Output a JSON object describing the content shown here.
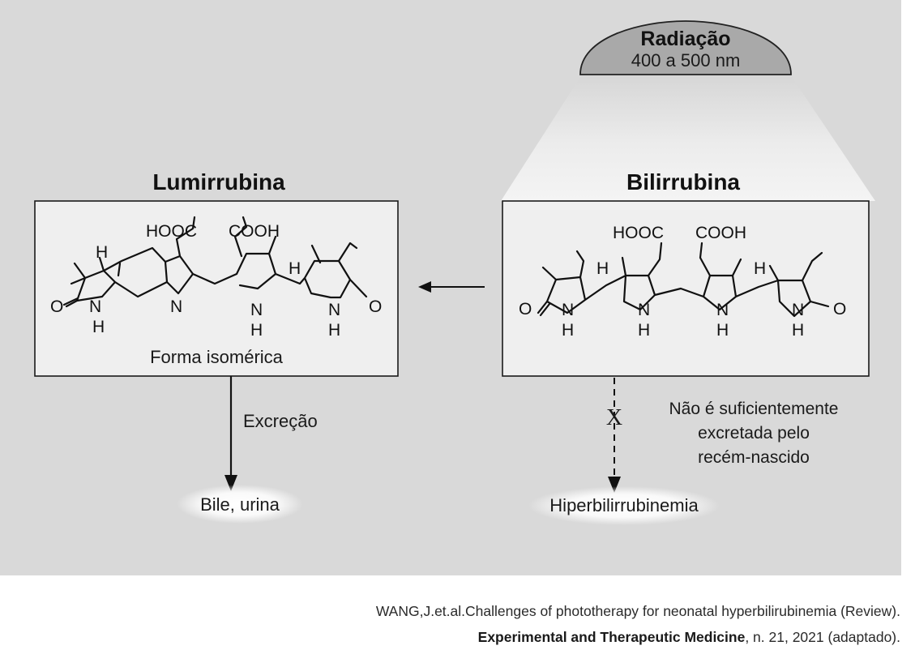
{
  "radiation": {
    "title": "Radiação",
    "range": "400 a 500 nm"
  },
  "left_box": {
    "title": "Lumirrubina",
    "subtitle": "Forma isomérica",
    "atoms": {
      "hooc": "HOOC",
      "cooh": "COOH",
      "h_top": "H",
      "h_vinyl": "H",
      "o1": "O",
      "o2": "O",
      "n1": "N",
      "n1h": "H",
      "n2": "N",
      "n3": "N",
      "n3h": "H",
      "n4": "N",
      "n4h": "H"
    }
  },
  "right_box": {
    "title": "Bilirrubina",
    "atoms": {
      "hooc": "HOOC",
      "cooh": "COOH",
      "h1": "H",
      "h2": "H",
      "o1": "O",
      "o2": "O",
      "n1": "N",
      "n1h": "H",
      "n2": "N",
      "n2h": "H",
      "n3": "N",
      "n3h": "H",
      "n4": "N",
      "n4h": "H"
    }
  },
  "paths": {
    "excretion_label": "Excreção",
    "excretion_target": "Bile, urina",
    "blocked_mark": "X",
    "blocked_note": [
      "Não é suficientemente",
      "excretada pelo",
      "recém-nascido"
    ],
    "blocked_target": "Hiperbilirrubinemia"
  },
  "citation": {
    "line1": "WANG,J.et.al.Challenges of phototherapy for neonatal hyperbilirubinemia (Review).",
    "journal": "Experimental and Therapeutic Medicine",
    "line2_rest": ", n. 21, 2021 (adaptado)."
  },
  "colors": {
    "panel_background": "#d9d9d9",
    "box_fill": "#efefef",
    "lamp_fill": "#a9a9a9",
    "light_beam": "#f2f2f2",
    "glow": "#ffffff",
    "text": "#111111"
  }
}
